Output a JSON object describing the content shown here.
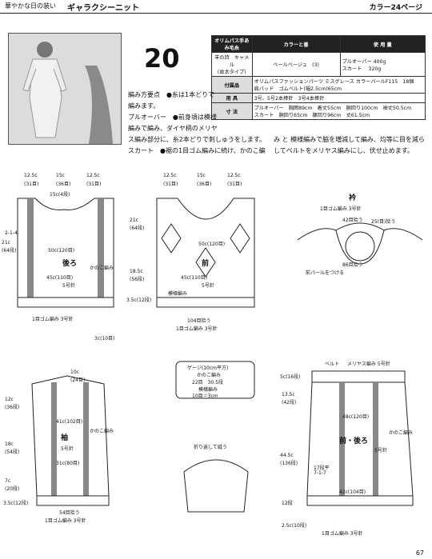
{
  "header": {
    "series": "華やかな日の装い",
    "title": "ギャラクシーニット",
    "color_ref": "カラー24ページ"
  },
  "pattern_number": "20",
  "spec_table": {
    "headers": [
      "オリムパス手あみ毛糸",
      "カラーと番",
      "使 用 量"
    ],
    "yarn": {
      "name": "羊の詩　キャメル",
      "type": "(並太タイプ)",
      "color": "ベールベージュ　(3)",
      "usage_pullover": "プルオーバー 400g",
      "usage_skirt": "スカート　 320g"
    },
    "accessories_label": "付属品",
    "accessories": "オリムパスファッションパーツ ミスグレース カラーパールF115　18個　肩パッド　ゴムベルト(幅2.5cm)65cm",
    "tools_label": "用 具",
    "tools": "3号、5号2本棒針　3号4本棒針",
    "size_label": "寸 法",
    "size_pullover": "プルオーバー　胸囲89cm　着丈55cm　胴回り100cm　袖丈50.5cm",
    "size_skirt": "スカート　胴回り65cm　腰回り96cm　丈61.5cm"
  },
  "instructions": {
    "line1": "編み方要点　●糸は1本どりで",
    "line2": "編みます。",
    "line3": "プルオーバー　●前身頃は模様",
    "line4": "編みで編み、ダイヤ柄のメリヤ",
    "line5": "ス編み部分に、糸2本どりで刺しゅうをします。",
    "line6": "スカート　●裾の1目ゴム編みに続け、かのこ編",
    "line7": "み と 模様編みで脇を増減して編み、均等に目を減ら",
    "line8": "してベルトをメリヤス編みにし、伏せ止めます。"
  },
  "back": {
    "title": "後ろ",
    "needle": "5号針",
    "top_w1": "12.5c",
    "top_w2": "15c",
    "top_w3": "12.5c",
    "top_s1": "(31目)",
    "top_s2": "(36目)",
    "top_s3": "(31目)",
    "neck": "15c(4段)",
    "width": "50c(120目)",
    "hem_width": "45c(110目)",
    "rib": "1目ゴム編み 3号針",
    "rib_h": "3c(10目)",
    "side": "21c",
    "side2": "(64段)",
    "kanoko": "かのこ編み",
    "left_lbl": "2-1-4"
  },
  "front": {
    "title": "前",
    "pattern": "模様編み",
    "needle": "5号針",
    "top_w1": "12.5c",
    "top_w2": "15c",
    "top_w3": "12.5c",
    "top_s1": "(31目)",
    "top_s2": "(36目)",
    "top_s3": "(31目)",
    "width": "50c(120目)",
    "hem_width": "45c(110目)",
    "rib": "1目ゴム編み 3号針",
    "hem_rows": "104目拾う",
    "depth": "21c",
    "depth2": "(64段)",
    "length": "18.5c",
    "length2": "(56段)",
    "rib_h": "3.5c(12段)"
  },
  "collar": {
    "title": "衿",
    "rib": "1目ゴム編み 3号針",
    "picked": "42目拾う",
    "back_rows": "25(目)拾う",
    "front_rows": "86目拾う",
    "note": "前パールをつける"
  },
  "gauge": {
    "title": "ゲージ(10cm平方)",
    "kanoko": "かのこ編み",
    "kanoko_val": "22目　30.5段",
    "pattern": "模様編み",
    "pattern_val": "10目＝3cm"
  },
  "sleeve": {
    "title": "袖",
    "needle": "5号針",
    "top": "10c",
    "top2": "(24目)",
    "width": "41c(102目)",
    "hem_width": "31c(80目)",
    "rib": "1目ゴム編み 3号針",
    "cuff": "54目拾う",
    "side1": "12c",
    "side2": "(36段)",
    "side3": "18c",
    "side4": "(54段)",
    "side5": "7c",
    "side6": "(20段)",
    "cuff_h": "3.5c(12段)",
    "kanoko": "かのこ編み"
  },
  "fold": {
    "label": "折り返して縫う"
  },
  "skirt": {
    "title": "前・後ろ",
    "belt": "ベルト",
    "belt_note": "メリヤス編み 5号針",
    "top": "5c(16段)",
    "width": "48c(120目)",
    "hem_width": "42c(104目)",
    "rib": "1目ゴム編み 3号針",
    "kanoko": "かのこ編み",
    "needle": "5号針",
    "length1": "13.5c",
    "length1b": "(42段)",
    "length2": "44.5c",
    "length2b": "(136段)",
    "length3": "12段",
    "hem_rib": "2.5c(10段)",
    "side_note": "17段平",
    "side_note2": "7-1-7"
  },
  "page": "67"
}
